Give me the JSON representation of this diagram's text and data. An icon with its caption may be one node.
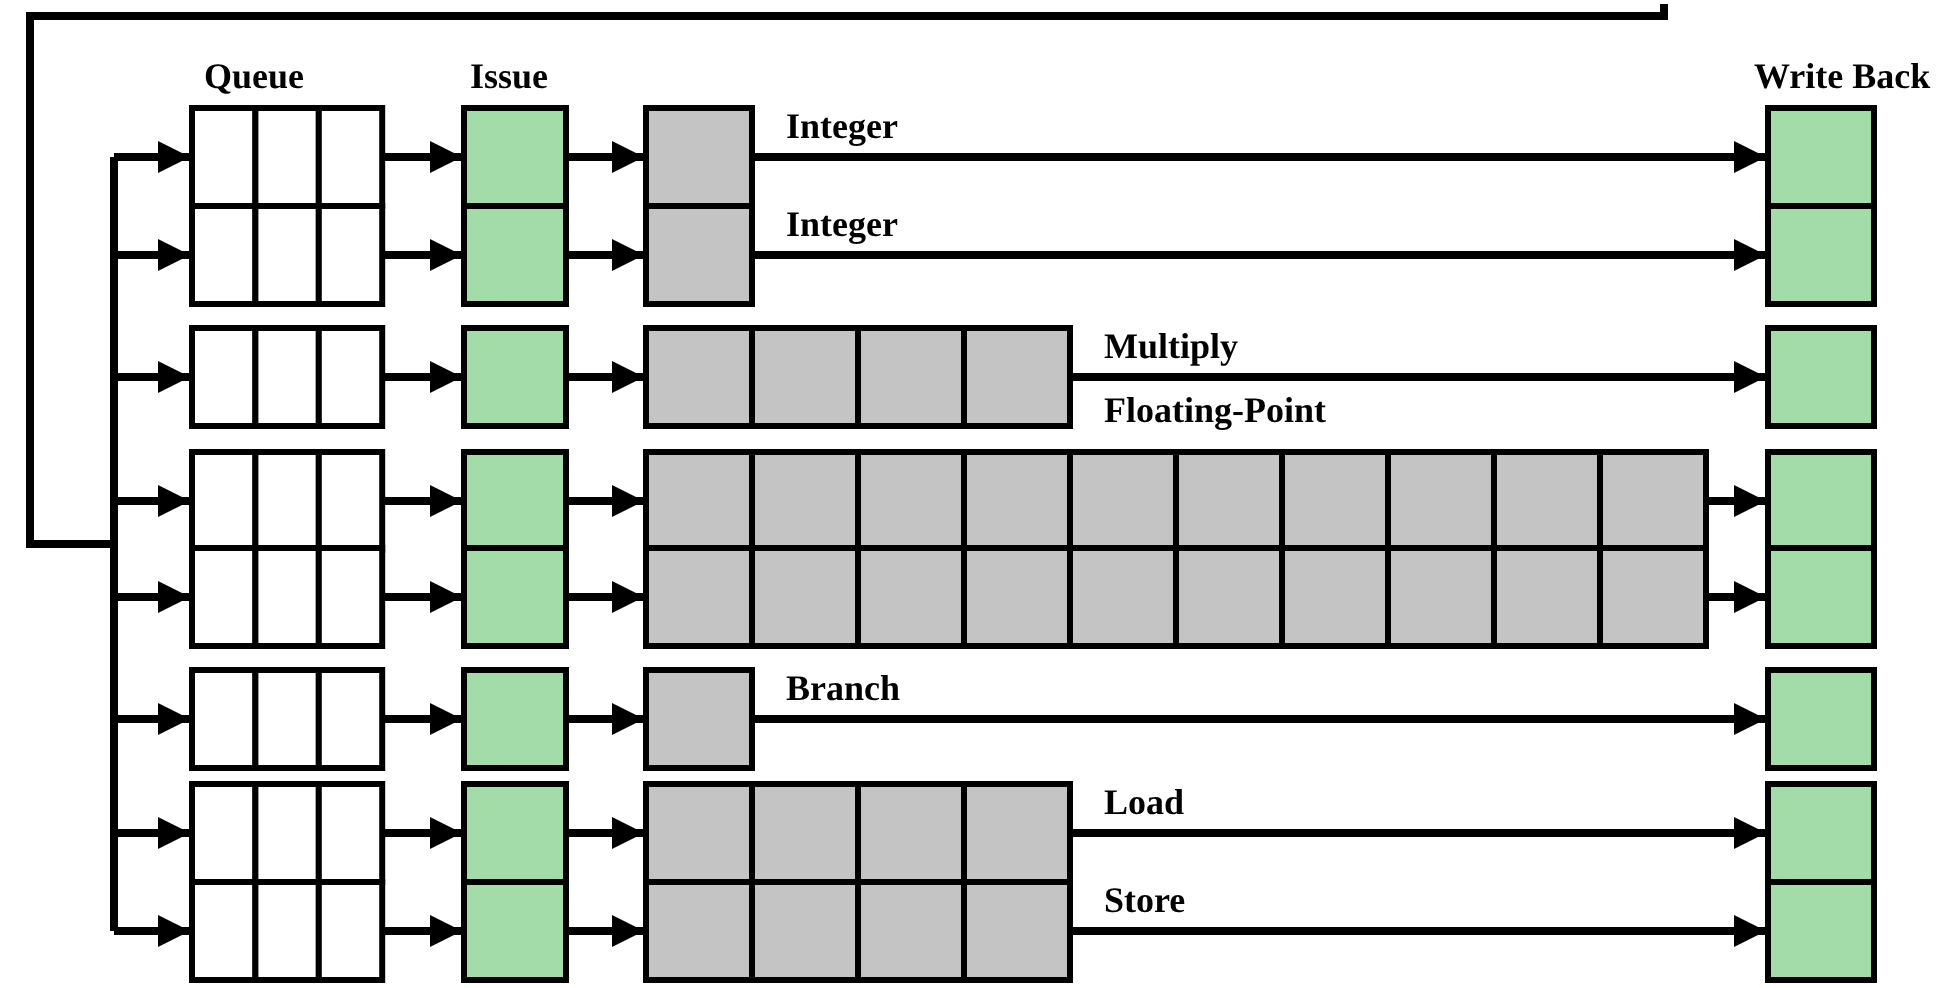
{
  "diagram": {
    "nodes": [
      {
        "text": [],
        "shape": "box"
      },
      {
        "text": [],
        "shape": "box"
      },
      {
        "text": [],
        "shape": "box"
      },
      {
        "text": [],
        "shape": "box"
      },
      {
        "text": [],
        "shape": "box"
      },
      {
        "text": [],
        "shape": "box"
      },
      {
        "text": [],
        "shape": "box"
      },
      {
        "text": [],
        "shape": "box"
      },
      {
        "text": [],
        "shape": "box"
      },
      {
        "text": [],
        "shape": "box"
      },
      {
        "text": [],
        "shape": "box"
      },
      {
        "text": [],
        "shape": "box"
      },
      {
        "text": [],
        "shape": "box"
      },
      {
        "text": [],
        "shape": "box"
      },
      {
        "text": [],
        "shape": "box"
      },
      {
        "text": [],
        "shape": "box"
      },
      {
        "text": [],
        "shape": "box"
      },
      {
        "text": [],
        "shape": "box"
      },
      {
        "text": [],
        "shape": "box"
      },
      {
        "text": [],
        "shape": "box"
      },
      {
        "text": [],
        "shape": "box"
      },
      {
        "text": [],
        "shape": "box"
      },
      {
        "text": [],
        "shape": "box"
      },
      {
        "text": [],
        "shape": "box"
      },
      {
        "text": [],
        "shape": "box"
      },
      {
        "text": [],
        "shape": "box"
      },
      {
        "text": [],
        "shape": "box"
      },
      {
        "text": [],
        "shape": "box"
      },
      {
        "text": [],
        "shape": "box"
      },
      {
        "text": [],
        "shape": "box"
      },
      {
        "text": [],
        "shape": "box"
      },
      {
        "text": [],
        "shape": "box"
      }
    ],
    "edges": [
      {
        "from": null,
        "to": 0,
        "arrow": "to"
      },
      {
        "from": null,
        "to": 4,
        "arrow": "to"
      },
      {
        "from": null,
        "to": 8,
        "arrow": "to"
      },
      {
        "from": null,
        "to": 12,
        "arrow": "to"
      },
      {
        "from": null,
        "to": 16,
        "arrow": "to"
      },
      {
        "from": null,
        "to": 20,
        "arrow": "to"
      },
      {
        "from": null,
        "to": 24,
        "arrow": "to"
      },
      {
        "from": null,
        "to": 28,
        "arrow": "to"
      },
      {
        "from": 0,
        "to": 1,
        "arrow": "to"
      },
      {
        "from": 1,
        "to": 2,
        "arrow": "to"
      },
      {
        "from": 2,
        "to": 3,
        "arrow": "to",
        "label": "Integer"
      },
      {
        "from": 4,
        "to": 5,
        "arrow": "to"
      },
      {
        "from": 5,
        "to": 6,
        "arrow": "to"
      },
      {
        "from": 6,
        "to": 7,
        "arrow": "to",
        "label": "Integer"
      },
      {
        "from": 8,
        "to": 9,
        "arrow": "to"
      },
      {
        "from": 9,
        "to": 10,
        "arrow": "to"
      },
      {
        "from": 10,
        "to": 11,
        "arrow": "to",
        "label": "Multiply"
      },
      {
        "from": 12,
        "to": 13,
        "arrow": "to"
      },
      {
        "from": 13,
        "to": 14,
        "arrow": "to"
      },
      {
        "from": 14,
        "to": 15,
        "arrow": "to"
      },
      {
        "from": 16,
        "to": 17,
        "arrow": "to"
      },
      {
        "from": 17,
        "to": 18,
        "arrow": "to"
      },
      {
        "from": 18,
        "to": 19,
        "arrow": "to"
      },
      {
        "from": 20,
        "to": 21,
        "arrow": "to"
      },
      {
        "from": 21,
        "to": 22,
        "arrow": "to"
      },
      {
        "from": 22,
        "to": 23,
        "arrow": "to",
        "label": "Branch"
      },
      {
        "from": 24,
        "to": 25,
        "arrow": "to"
      },
      {
        "from": 25,
        "to": 26,
        "arrow": "to"
      },
      {
        "from": 26,
        "to": 27,
        "arrow": "to",
        "label": "Load"
      },
      {
        "from": 28,
        "to": 29,
        "arrow": "to"
      },
      {
        "from": 29,
        "to": 30,
        "arrow": "to"
      },
      {
        "from": 30,
        "to": 31,
        "arrow": "to",
        "label": "Store"
      }
    ],
    "labels": [
      "Queue",
      "Issue",
      "Write Back",
      "Floating-Point"
    ]
  }
}
